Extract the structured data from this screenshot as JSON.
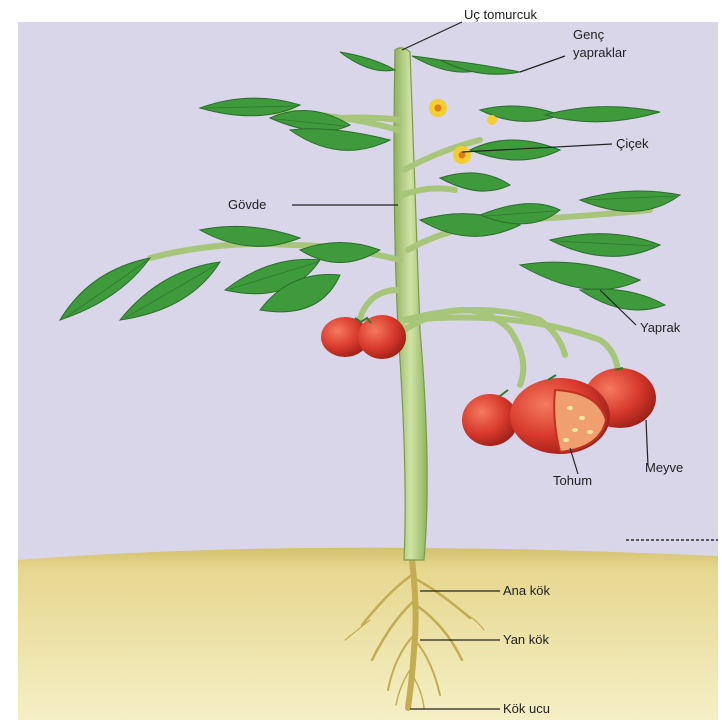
{
  "labels": {
    "terminal_bud": "Uç tomurcuk",
    "young_leaves_1": "Genç",
    "young_leaves_2": "yapraklar",
    "flower": "Çiçek",
    "stem": "Gövde",
    "leaf": "Yaprak",
    "seed": "Tohum",
    "fruit": "Meyve",
    "main_root": "Ana kök",
    "lateral_root": "Yan kök",
    "root_tip": "Kök ucu"
  },
  "colors": {
    "sky": "#d9d6ea",
    "soil": "#ecdf9e",
    "stem": "#b9d28c",
    "leaf": "#3f9a3c",
    "tomato": "#d8392c",
    "flower": "#f2cf2e",
    "root": "#c7b45a"
  }
}
